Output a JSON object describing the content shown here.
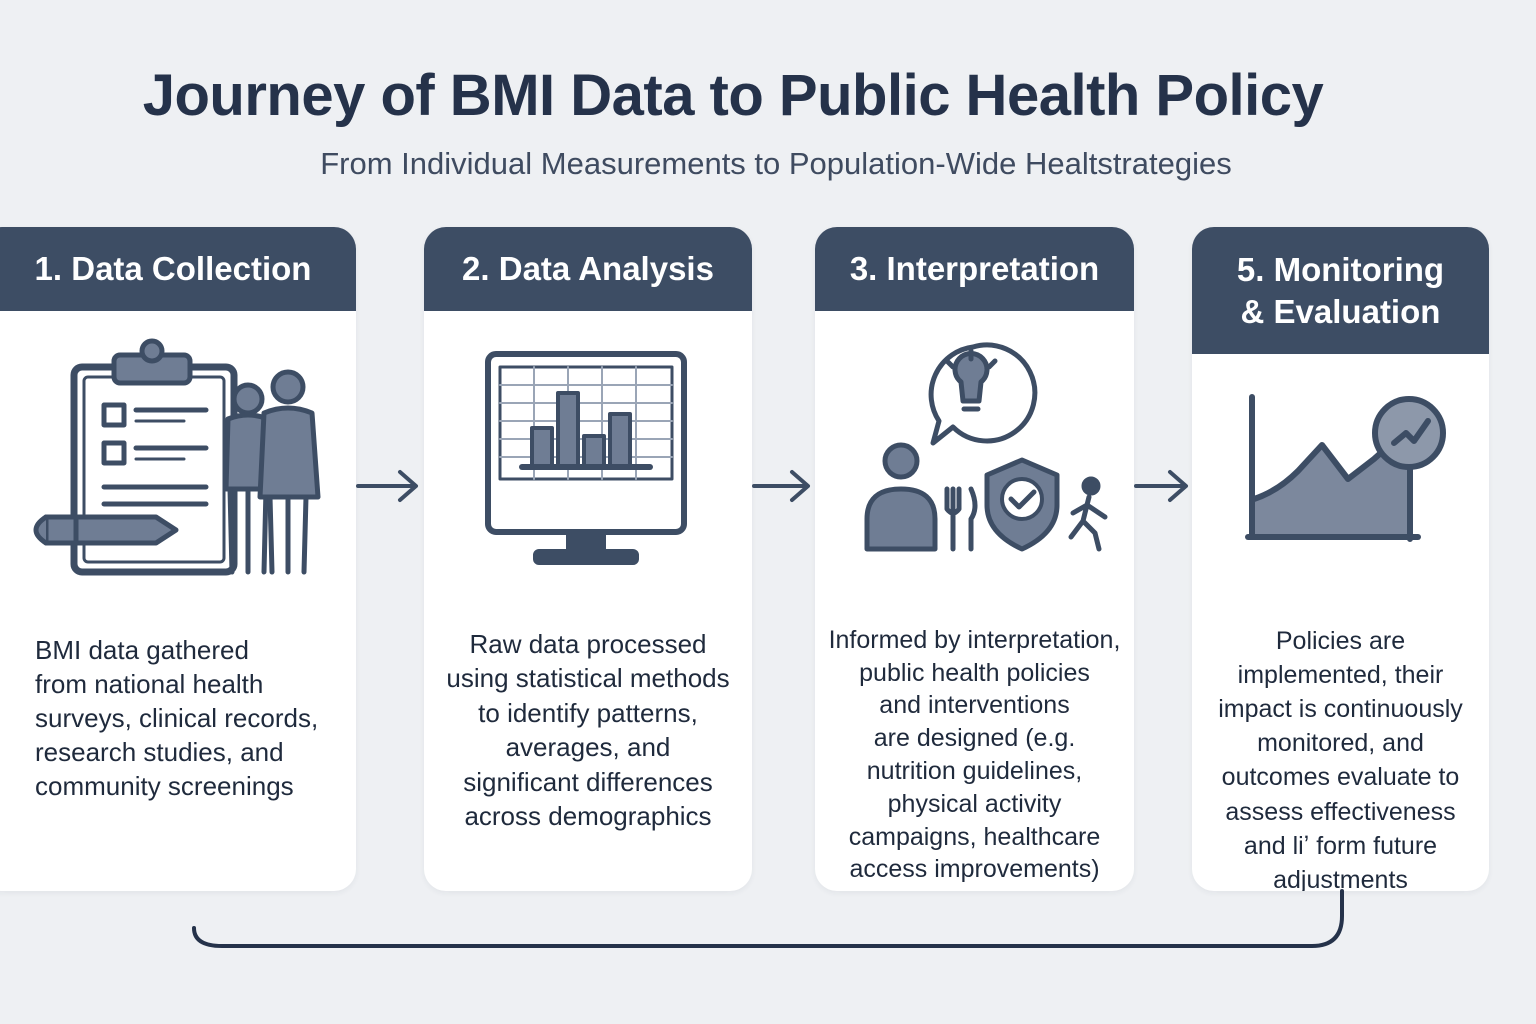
{
  "title": "Journey of BMI Data to Public Health Policy",
  "subtitle": "From Individual Measurements to Population-Wide Healtstrategies",
  "colors": {
    "header": "#3d4d64",
    "icon": "#3d4d64",
    "icon_fill": "#6f7d94",
    "background": "#eef0f3",
    "card": "#ffffff"
  },
  "steps": [
    {
      "title": "1. Data Collection",
      "icon": "clipboard-people-icon",
      "text": "BMI data gathered\nfrom national health\nsurveys, clinical records,\nresearch studies, and\ncommunity screenings"
    },
    {
      "title": "2. Data Analysis",
      "icon": "monitor-bar-chart-icon",
      "text": "Raw data processed\nusing statistical methods\nto identify patterns,\naverages, and\nsignificant differences\nacross demographics"
    },
    {
      "title": "3. Interpretation",
      "icon": "lightbulb-person-shield-icon",
      "text": "Informed by interpretation,\npublic health policies\nand interventions\nare designed (e.g.\nnutrition guidelines,\nphysical activity\ncampaigns, healthcare\naccess improvements)"
    },
    {
      "title": "5. Monitoring\n& Evaluation",
      "icon": "area-chart-check-icon",
      "text": "Policies are\nimplemented, their\nimpact is continuously\nmonitored, and\noutcomes evaluate to\nassess effectiveness\nand liʼ form future\nadjustments"
    }
  ]
}
